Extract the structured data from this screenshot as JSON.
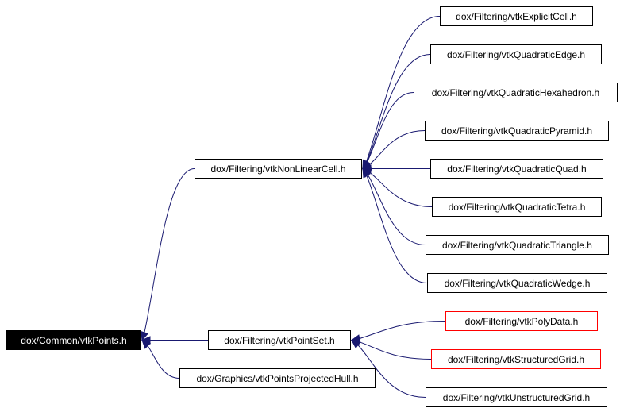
{
  "colors": {
    "edge": "#191970",
    "root_fill": "#000000",
    "root_text": "#ffffff",
    "truncated_border": "#ff0000"
  },
  "nodes": {
    "root": "dox/Common/vtkPoints.h",
    "nonlinear": "dox/Filtering/vtkNonLinearCell.h",
    "pointset": "dox/Filtering/vtkPointSet.h",
    "hull": "dox/Graphics/vtkPointsProjectedHull.h",
    "explicitcell": "dox/Filtering/vtkExplicitCell.h",
    "qedge": "dox/Filtering/vtkQuadraticEdge.h",
    "qhex": "dox/Filtering/vtkQuadraticHexahedron.h",
    "qpyr": "dox/Filtering/vtkQuadraticPyramid.h",
    "qquad": "dox/Filtering/vtkQuadraticQuad.h",
    "qtetra": "dox/Filtering/vtkQuadraticTetra.h",
    "qtri": "dox/Filtering/vtkQuadraticTriangle.h",
    "qwedge": "dox/Filtering/vtkQuadraticWedge.h",
    "polydata": "dox/Filtering/vtkPolyData.h",
    "sgrid": "dox/Filtering/vtkStructuredGrid.h",
    "ugrid": "dox/Filtering/vtkUnstructuredGrid.h"
  },
  "edges": [
    [
      "nonlinear",
      "root"
    ],
    [
      "pointset",
      "root"
    ],
    [
      "hull",
      "root"
    ],
    [
      "explicitcell",
      "nonlinear"
    ],
    [
      "qedge",
      "nonlinear"
    ],
    [
      "qhex",
      "nonlinear"
    ],
    [
      "qpyr",
      "nonlinear"
    ],
    [
      "qquad",
      "nonlinear"
    ],
    [
      "qtetra",
      "nonlinear"
    ],
    [
      "qtri",
      "nonlinear"
    ],
    [
      "qwedge",
      "nonlinear"
    ],
    [
      "polydata",
      "pointset"
    ],
    [
      "sgrid",
      "pointset"
    ],
    [
      "ugrid",
      "pointset"
    ]
  ]
}
